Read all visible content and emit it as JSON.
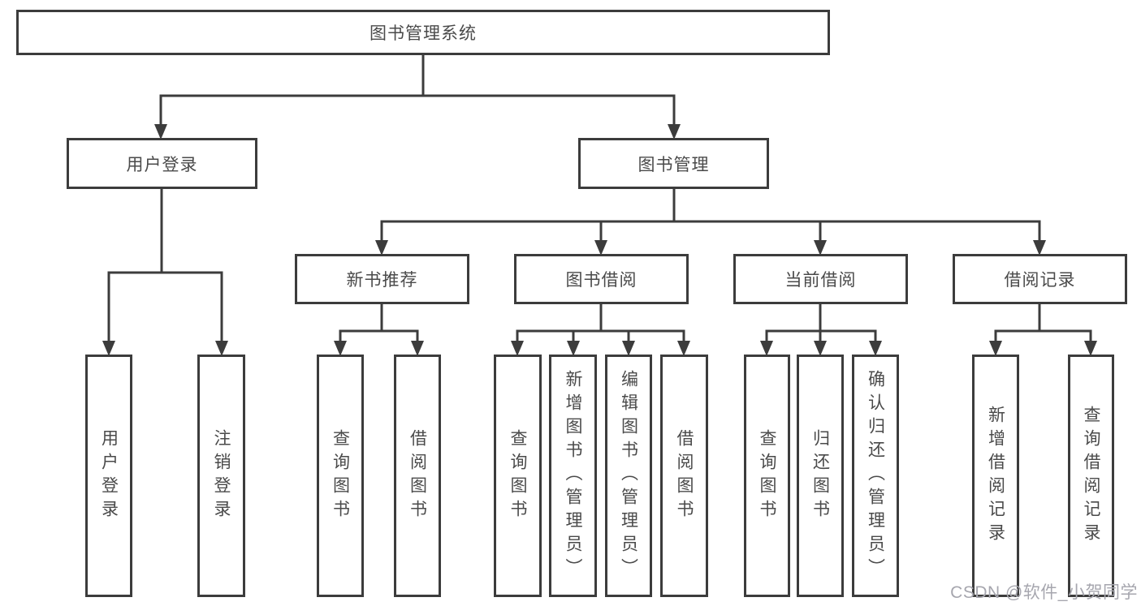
{
  "tree": {
    "root": "图书管理系统",
    "branches": [
      {
        "label": "用户登录",
        "children": [
          {
            "label": "用户登录"
          },
          {
            "label": "注销登录"
          }
        ]
      },
      {
        "label": "图书管理",
        "children": [
          {
            "label": "新书推荐",
            "children": [
              {
                "label": "查询图书"
              },
              {
                "label": "借阅图书"
              }
            ]
          },
          {
            "label": "图书借阅",
            "children": [
              {
                "label": "查询图书"
              },
              {
                "label": "新增图书（管理员）"
              },
              {
                "label": "编辑图书（管理员）"
              },
              {
                "label": "借阅图书"
              }
            ]
          },
          {
            "label": "当前借阅",
            "children": [
              {
                "label": "查询图书"
              },
              {
                "label": "归还图书"
              },
              {
                "label": "确认归还（管理员）"
              }
            ]
          },
          {
            "label": "借阅记录",
            "children": [
              {
                "label": "新增借阅记录"
              },
              {
                "label": "查询借阅记录"
              }
            ]
          }
        ]
      }
    ]
  },
  "watermark": "CSDN @软件_小贺同学",
  "colors": {
    "line": "#3c3c3c",
    "box_border": "#3c3c3c",
    "text": "#4a4a4a",
    "background": "#ffffff",
    "watermark": "#a6a6ae"
  }
}
